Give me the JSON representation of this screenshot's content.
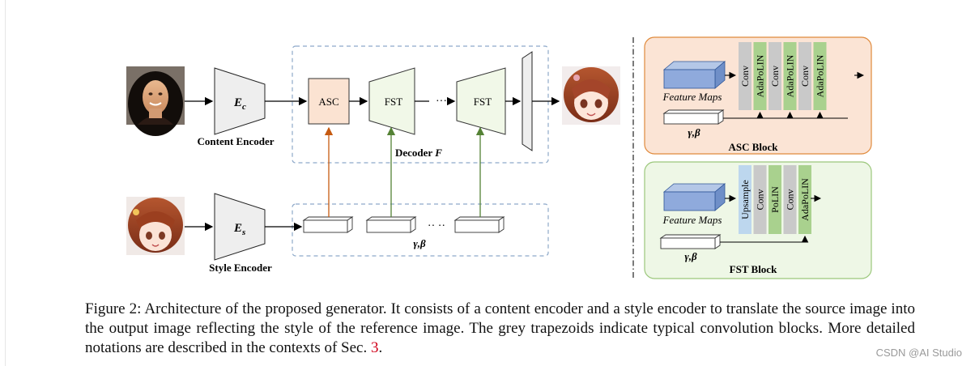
{
  "figure": {
    "content_encoder": {
      "symbol": "E",
      "subscript": "c",
      "label": "Content Encoder"
    },
    "style_encoder": {
      "symbol": "E",
      "subscript": "s",
      "label": "Style Encoder"
    },
    "decoder": {
      "label": "Decoder",
      "symbol": "F"
    },
    "asc_label": "ASC",
    "fst_label_1": "FST",
    "fst_label_2": "FST",
    "decoder_dots": "···",
    "style_dots": "·· ··",
    "gamma_beta": "γ,β",
    "asc_block": {
      "title": "ASC Block",
      "feature_maps": "Feature Maps",
      "gamma_beta": "γ,β",
      "layers": [
        "Conv",
        "AdaPoLIN",
        "Conv",
        "AdaPoLIN",
        "Conv",
        "AdaPoLIN"
      ]
    },
    "fst_block": {
      "title": "FST Block",
      "feature_maps": "Feature Maps",
      "gamma_beta": "γ,β",
      "layers": [
        "Upsample",
        "Conv",
        "PoLIN",
        "Conv",
        "AdaPoLIN"
      ]
    },
    "colors": {
      "asc_fill": "#fbe3d2",
      "fst_fill": "#f1f8e8",
      "asc_panel": "#fbe4d5",
      "fst_panel": "#eef7e6",
      "conv_gray": "#c9c9c9",
      "adapolin_green": "#a9d18e",
      "upsample_blue": "#bdd7ee",
      "feature_blue": "#8faadc",
      "style_arrow_orange": "#c55a11",
      "style_arrow_green": "#548235",
      "dashed_blue": "#8ea9c9"
    }
  },
  "caption": {
    "text": "Figure 2: Architecture of the proposed generator. It consists of a content encoder and a style encoder to translate the source image into the output image reflecting the style of the reference image. The grey trapezoids indicate typical convolution blocks. More detailed notations are described in the contexts of Sec. ",
    "ref": "3",
    "end": "."
  },
  "watermark": "CSDN @AI Studio"
}
